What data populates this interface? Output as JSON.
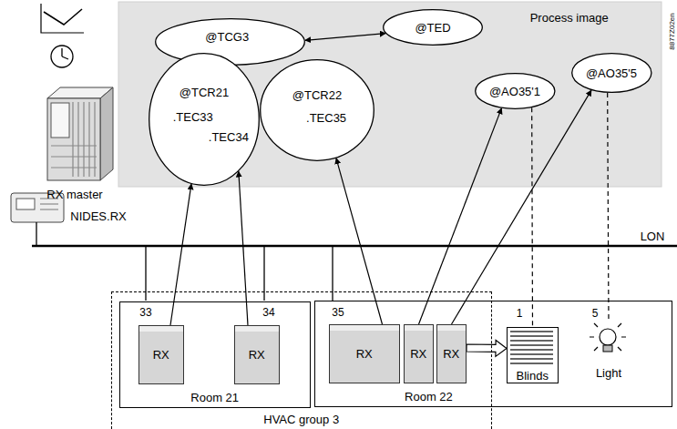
{
  "diagram": {
    "nodes": [
      {
        "text": [
          "Process image"
        ]
      },
      {
        "text": [
          "@TCG3"
        ],
        "in": 0
      },
      {
        "text": [
          "@TED"
        ],
        "in": 0
      },
      {
        "text": [
          "@TCR21",
          ".TEC33",
          ".TEC34"
        ],
        "in": 0
      },
      {
        "text": [
          "@TCR22",
          ".TEC35"
        ],
        "in": 0
      },
      {
        "text": [
          "@AO35'1"
        ],
        "in": 0
      },
      {
        "text": [
          "@AO35'5"
        ],
        "in": 0
      },
      {
        "text": [
          "HVAC group 3"
        ]
      },
      {
        "text": [
          "Room 21"
        ],
        "in": 7
      },
      {
        "text": [
          "RX"
        ],
        "in": 8
      },
      {
        "text": [
          "RX"
        ],
        "in": 8
      },
      {
        "text": [
          "Room 22"
        ]
      },
      {
        "text": [
          "RX"
        ],
        "in": 11
      },
      {
        "text": [
          "RX"
        ],
        "in": 11
      },
      {
        "text": [
          "RX"
        ],
        "in": 11
      },
      {
        "text": [
          "Blinds"
        ],
        "in": 11
      },
      {
        "text": [
          "Light"
        ],
        "in": 11
      }
    ],
    "edges": [
      {
        "from": 1,
        "to": 2,
        "arrow": "both"
      },
      {
        "from": 9,
        "to": 3,
        "arrow": "to"
      },
      {
        "from": 10,
        "to": 3,
        "arrow": "to"
      },
      {
        "from": 12,
        "to": 4,
        "arrow": "to"
      },
      {
        "from": 13,
        "to": 5,
        "arrow": "to"
      },
      {
        "from": 14,
        "to": 6,
        "arrow": "to"
      },
      {
        "from": 5,
        "to": 15,
        "arrow": "none"
      },
      {
        "from": 6,
        "to": 16,
        "arrow": "none"
      },
      {
        "from": 14,
        "to": 15,
        "arrow": "to"
      }
    ],
    "labels": [
      "RX master",
      "NIDES.RX",
      "LON",
      "33",
      "34",
      "35",
      "1",
      "5",
      "8877Z02en"
    ]
  }
}
